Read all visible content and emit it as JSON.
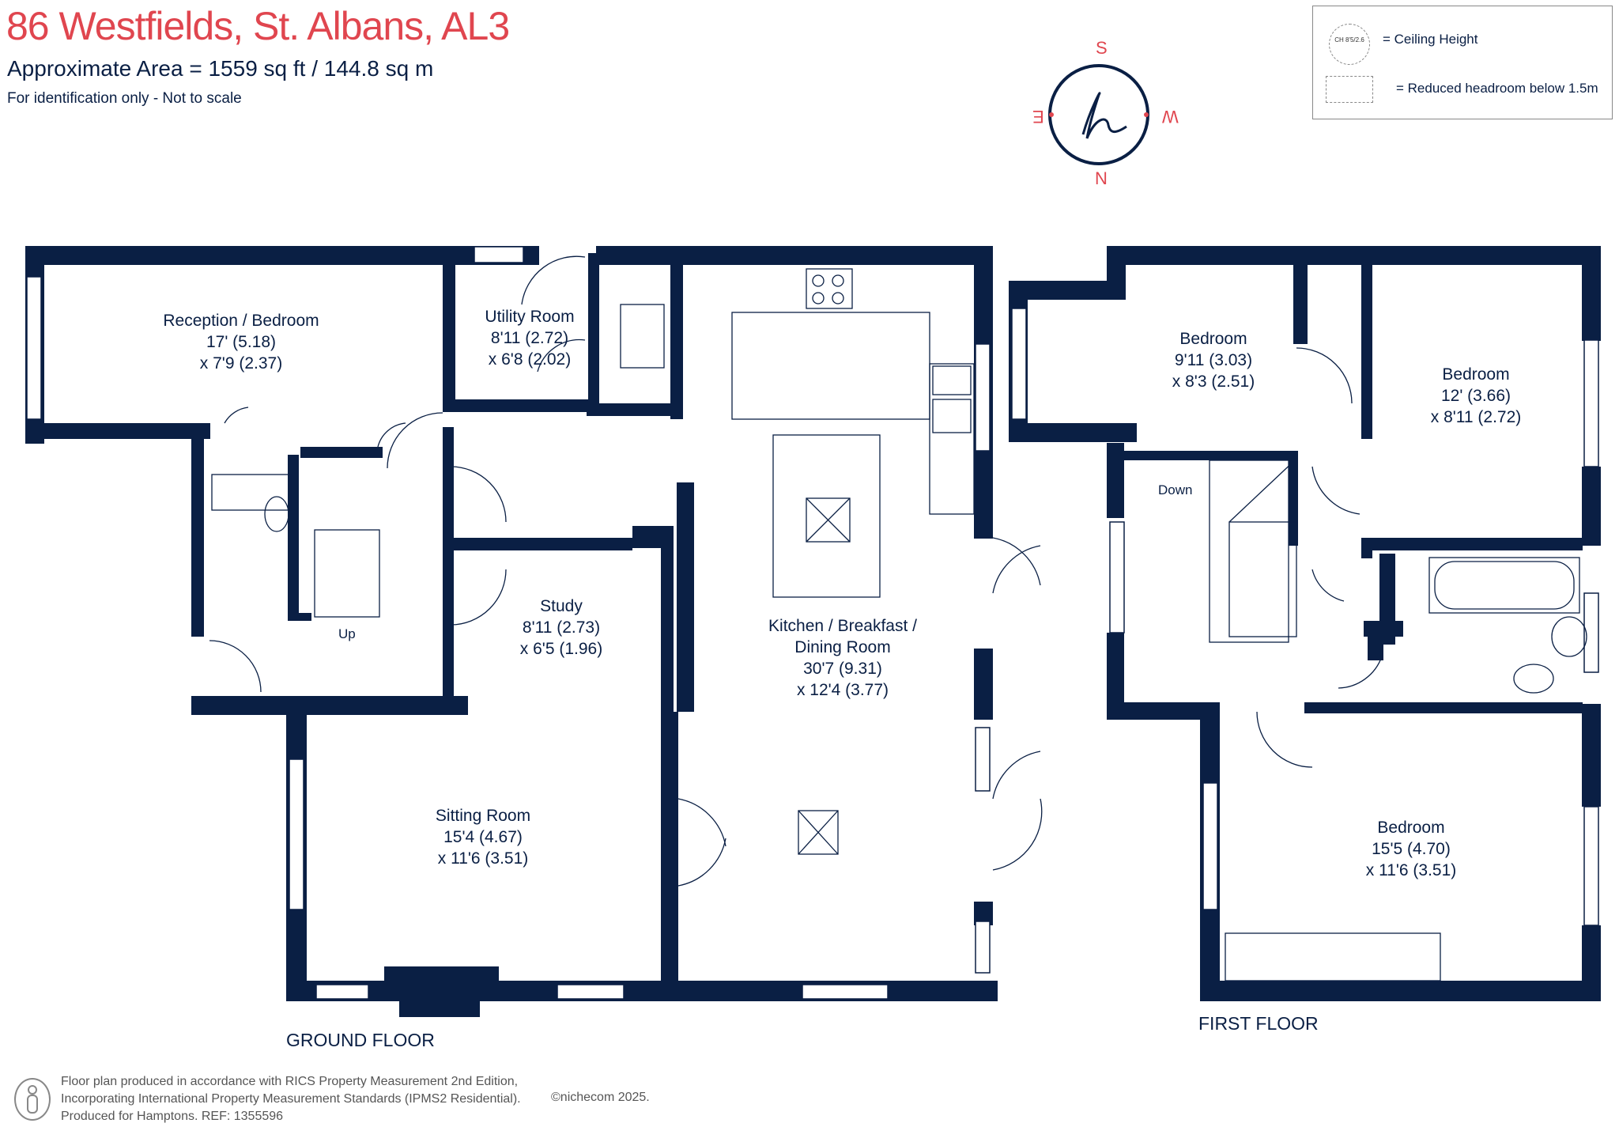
{
  "header": {
    "title": "86 Westfields, St. Albans, AL3",
    "area": "Approximate Area = 1559 sq ft / 144.8 sq m",
    "note": "For identification only - Not to scale"
  },
  "legend": {
    "ch_badge": "CH 8'5/2.6",
    "ceiling_height": "= Ceiling Height",
    "reduced_headroom": "= Reduced headroom below 1.5m"
  },
  "compass": {
    "s": "S",
    "w": "W",
    "n": "N",
    "e": "E"
  },
  "ground_floor": {
    "label": "GROUND FLOOR",
    "rooms": [
      {
        "name": "Reception / Bedroom",
        "dim1": "17' (5.18)",
        "dim2": "x 7'9 (2.37)"
      },
      {
        "name": "Utility Room",
        "dim1": "8'11 (2.72)",
        "dim2": "x 6'8 (2.02)"
      },
      {
        "name": "Study",
        "dim1": "8'11 (2.73)",
        "dim2": "x 6'5 (1.96)"
      },
      {
        "name": "Kitchen / Breakfast /",
        "dim1": "Dining Room",
        "dim2": "30'7 (9.31)",
        "dim3": "x 12'4 (3.77)"
      },
      {
        "name": "Sitting Room",
        "dim1": "15'4 (4.67)",
        "dim2": "x 11'6 (3.51)"
      }
    ],
    "stairs": "Up"
  },
  "first_floor": {
    "label": "FIRST FLOOR",
    "rooms": [
      {
        "name": "Bedroom",
        "dim1": "9'11 (3.03)",
        "dim2": "x 8'3 (2.51)"
      },
      {
        "name": "Bedroom",
        "dim1": "12' (3.66)",
        "dim2": "x 8'11 (2.72)"
      },
      {
        "name": "Bedroom",
        "dim1": "15'5 (4.70)",
        "dim2": "x 11'6 (3.51)"
      }
    ],
    "stairs": "Down"
  },
  "footer": {
    "line1": "Floor plan produced in accordance with RICS Property Measurement 2nd Edition,",
    "line2": "Incorporating International Property Measurement Standards (IPMS2 Residential).",
    "line3": "Produced for Hamptons.   REF:  1355596",
    "copyright": "©nichecom 2025."
  },
  "colors": {
    "wall": "#0a1f44",
    "accent": "#e0464f"
  }
}
